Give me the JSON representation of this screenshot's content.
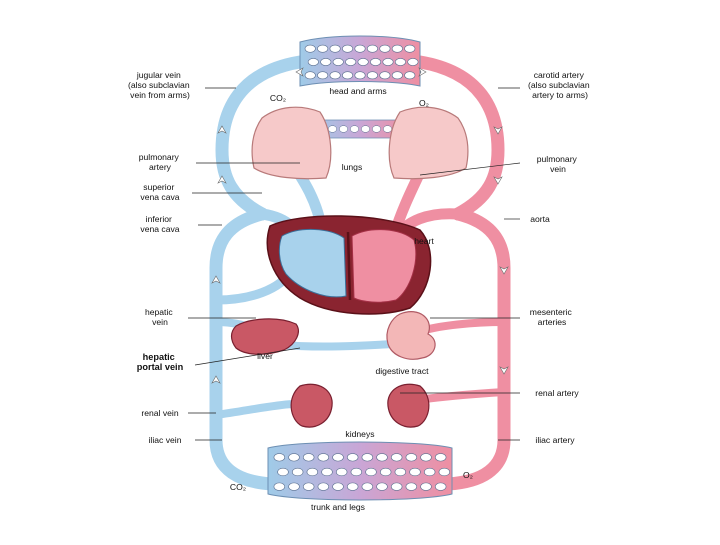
{
  "colors": {
    "vein": "#a8d2ec",
    "vein_dark": "#5b9ccb",
    "artery": "#ef8fa2",
    "artery_dark": "#c94a62",
    "lung": "#f6c9c9",
    "organ": "#c95865",
    "heart_wall": "#8a2430",
    "capillary": "#ffffff"
  },
  "labels": {
    "jugular_vein": [
      "jugular vein",
      "(also subclavian",
      "vein from arms)"
    ],
    "carotid_artery": [
      "carotid artery",
      "(also subclavian",
      "artery to arms)"
    ],
    "head_and_arms": "head and arms",
    "co2_top": "CO₂",
    "o2_top": "O₂",
    "pulmonary_artery": [
      "pulmonary",
      "artery"
    ],
    "pulmonary_vein": [
      "pulmonary",
      "vein"
    ],
    "lungs": "lungs",
    "superior_vena_cava": [
      "superior",
      "vena cava"
    ],
    "inferior_vena_cava": [
      "inferior",
      "vena cava"
    ],
    "aorta": "aorta",
    "heart": "heart",
    "hepatic_vein": [
      "hepatic",
      "vein"
    ],
    "mesenteric_arteries": [
      "mesenteric",
      "arteries"
    ],
    "liver": "liver",
    "hepatic_portal_vein": [
      "hepatic",
      "portal vein"
    ],
    "digestive_tract": "digestive tract",
    "renal_artery": "renal artery",
    "renal_vein": "renal vein",
    "kidneys": "kidneys",
    "iliac_vein": "iliac vein",
    "iliac_artery": "iliac artery",
    "co2_bottom": "CO₂",
    "o2_bottom": "O₂",
    "trunk_and_legs": "trunk and legs"
  }
}
